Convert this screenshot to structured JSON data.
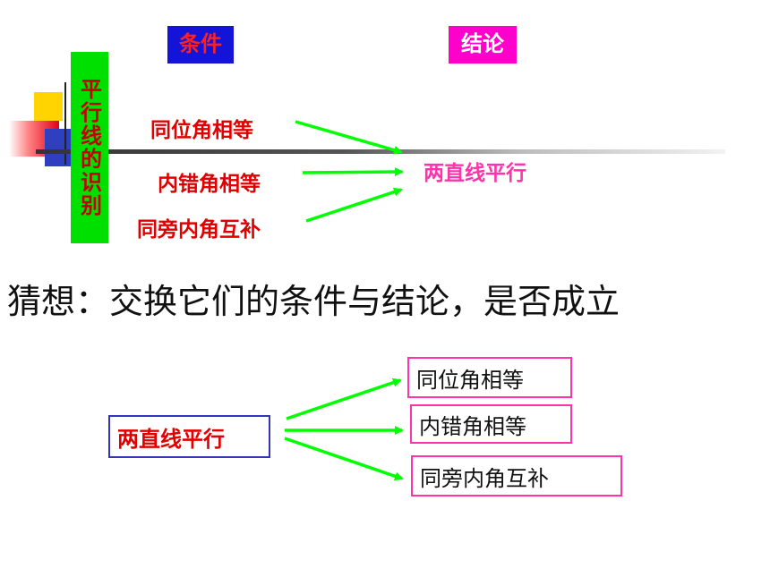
{
  "header": {
    "condition_label": "条件",
    "conclusion_label": "结论"
  },
  "side_label": "平行线的识别",
  "top_diagram": {
    "conditions": [
      "同位角相等",
      "内错角相等",
      "同旁内角互补"
    ],
    "conclusion": "两直线平行"
  },
  "guess_text": "猜想：交换它们的条件与结论，是否成立",
  "bottom_diagram": {
    "premise": "两直线平行",
    "results": [
      "同位角相等",
      "内错角相等",
      "同旁内角互补"
    ]
  },
  "colors": {
    "arrow": "#00ff00",
    "condition_text": "#e00000",
    "conclusion_text": "#ff33aa",
    "label_bg": "#00e000"
  }
}
